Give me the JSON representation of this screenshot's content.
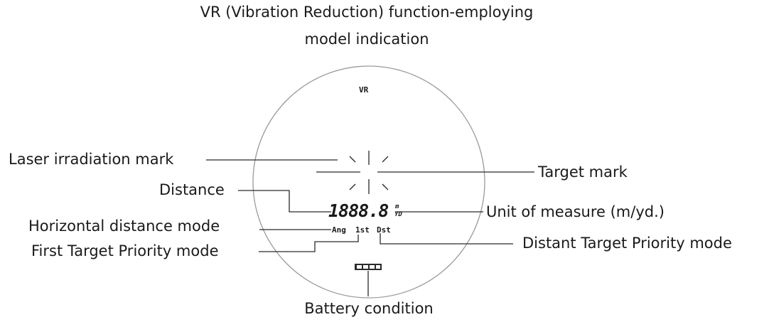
{
  "title": {
    "line1": "VR (Vibration Reduction) function-employing",
    "line2": "model indication"
  },
  "display": {
    "vr": "VR",
    "digits": "1888.8",
    "unit_top": "m",
    "unit_bottom": "YD",
    "mode_ang": "Ang",
    "mode_1st": "1st",
    "mode_dst": "Dst"
  },
  "labels": {
    "laser_irradiation_mark": "Laser irradiation mark",
    "target_mark": "Target mark",
    "distance": "Distance",
    "unit_of_measure": "Unit of measure (m/yd.)",
    "horizontal_distance_mode": "Horizontal distance mode",
    "first_target_priority_mode": "First Target Priority mode",
    "distant_target_priority_mode": "Distant Target Priority mode",
    "battery_condition": "Battery condition"
  }
}
